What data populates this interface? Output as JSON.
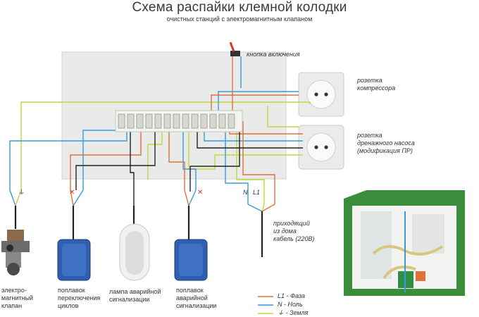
{
  "title": "Схема распайки клемной колодки",
  "subtitle": "очистных станций  с электромагнитным клапаном",
  "labels": {
    "button": "кнопка включения",
    "socket_compressor": [
      "розетка",
      "компрессора"
    ],
    "socket_pump": [
      "розетка",
      "дренажного насоса",
      "(модификация ПР)"
    ],
    "incoming_cable": [
      "приходящий",
      "из дома",
      "кабель (220В)"
    ],
    "terminal_n": "N",
    "terminal_l1": "L1"
  },
  "devices": {
    "valve": [
      "электро-",
      "магнитный",
      "клапан"
    ],
    "float_cycles": [
      "поплавок",
      "переключения",
      "циклов"
    ],
    "lamp": [
      "лампа аварийной",
      "сигнализации"
    ],
    "float_alarm": [
      "поплавок",
      "аварийной",
      "сигнализации"
    ]
  },
  "legend": [
    {
      "label": "L1 - Фаза",
      "color": "#e0703a"
    },
    {
      "label": "N - Ноль",
      "color": "#3a9ad9"
    },
    {
      "label": "⏚ - Земля",
      "color": "#c8d43a"
    }
  ],
  "colors": {
    "phase": "#e0703a",
    "neutral": "#3a9ad9",
    "earth": "#c8d43a",
    "black": "#222222",
    "box": "#e8ebe9",
    "float_blue": "#2f5fae",
    "station_green": "#3b8c3b"
  }
}
